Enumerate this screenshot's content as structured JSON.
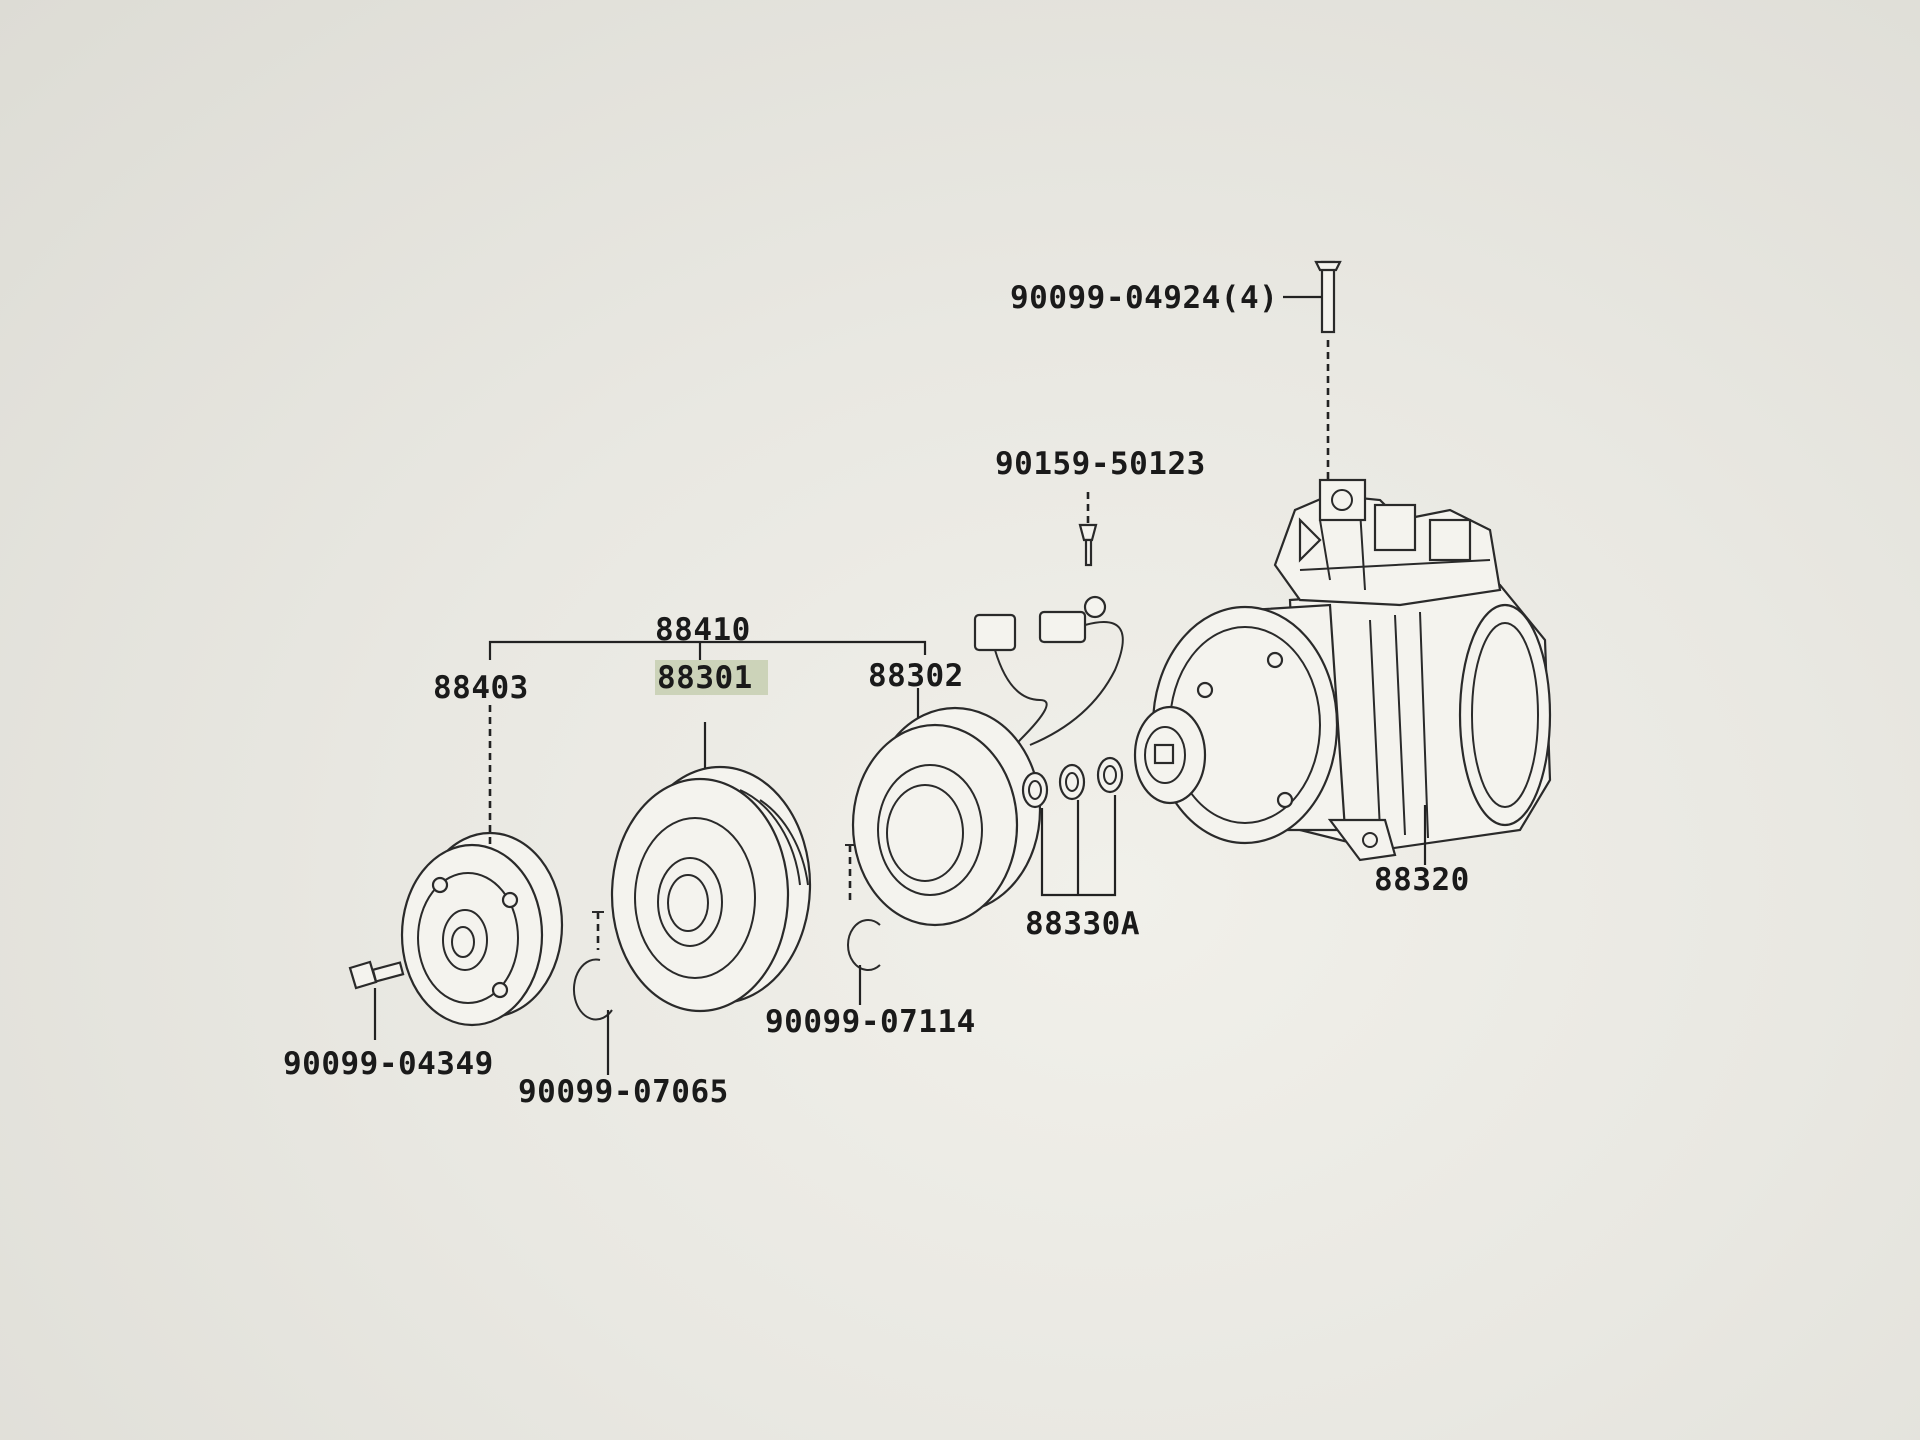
{
  "diagram": {
    "labels": {
      "bolt_top": "90099-04924(4)",
      "screw": "90159-50123",
      "clutch_assy": "88410",
      "hub": "88403",
      "pulley": "88301",
      "field_coil": "88302",
      "compressor": "88320",
      "shims": "88330A",
      "snap_ring_pulley": "90099-07114",
      "hub_bolt": "90099-04349",
      "snap_ring_hub": "90099-07065"
    }
  }
}
